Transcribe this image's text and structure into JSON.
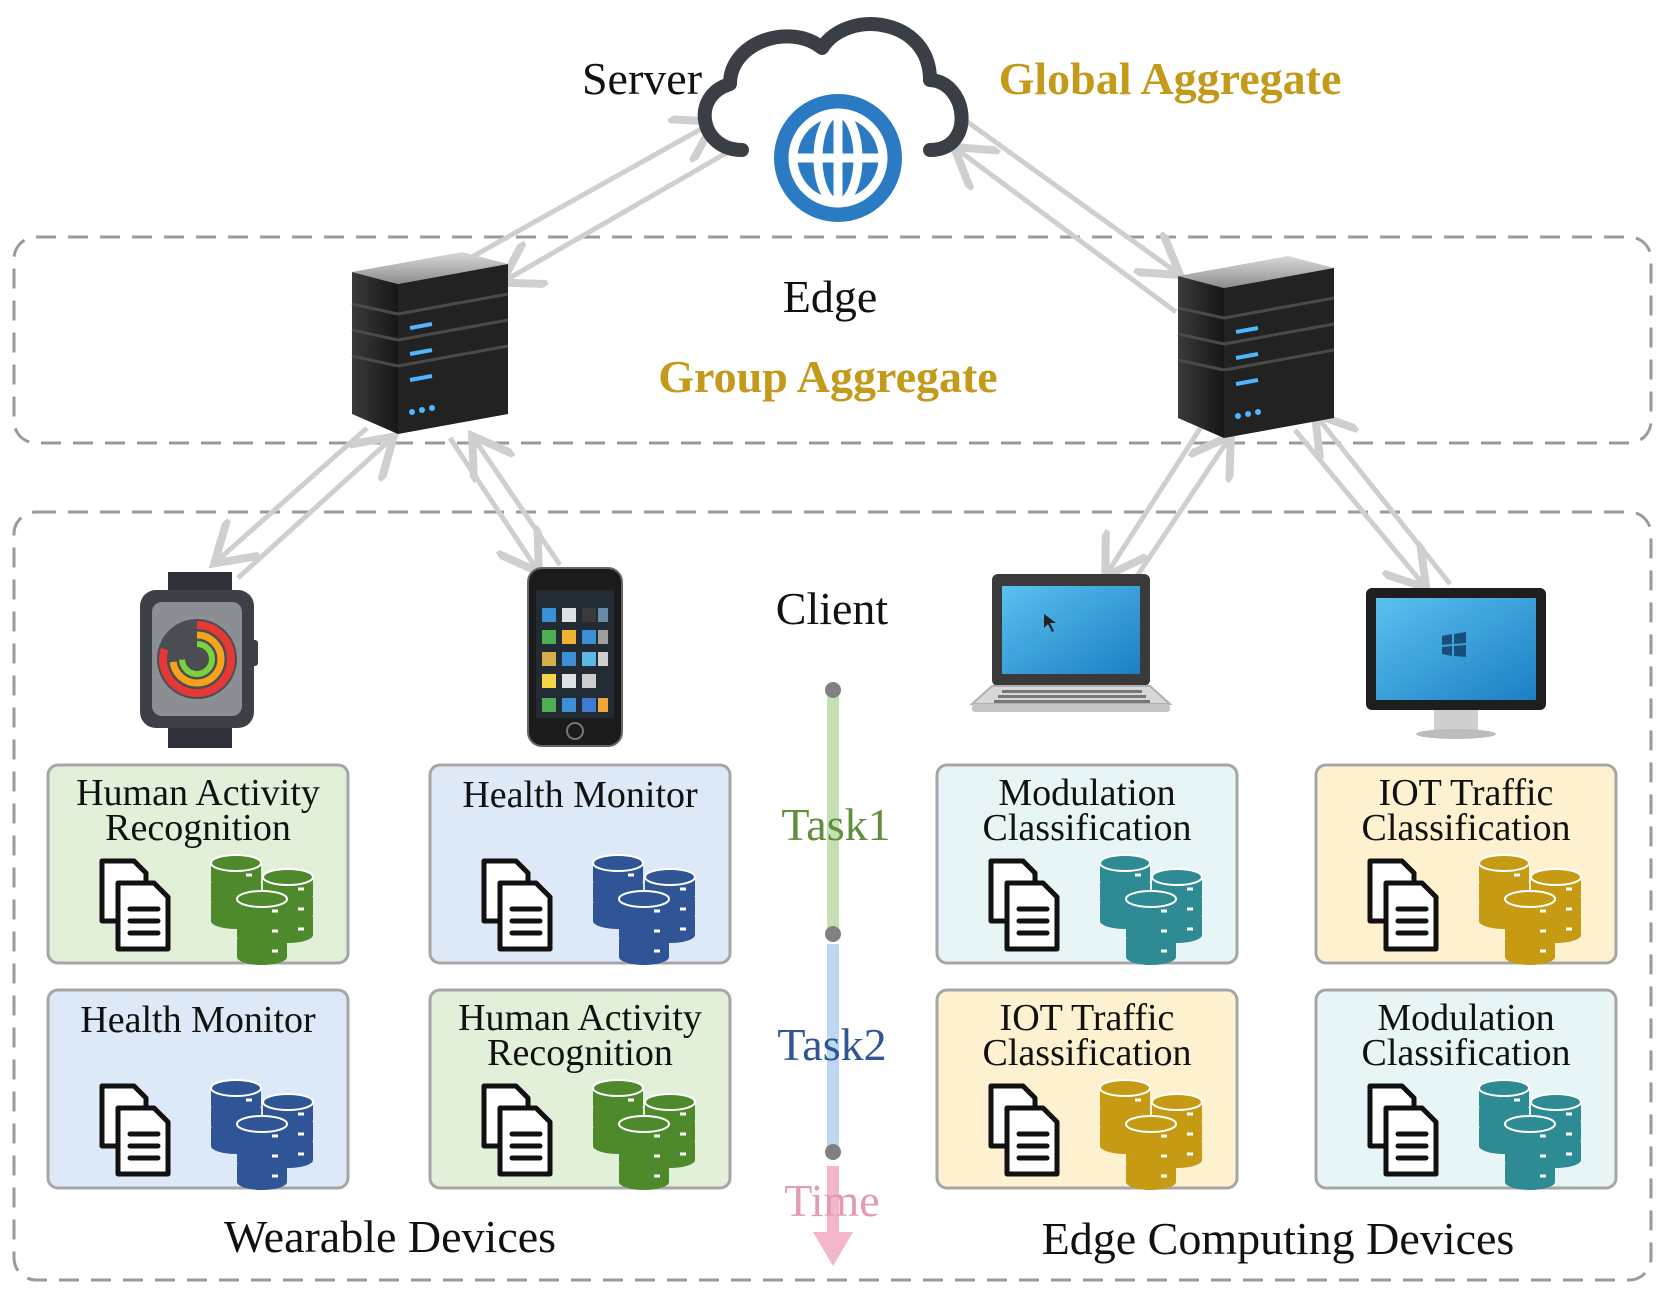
{
  "server": {
    "label": "Server",
    "aggregate_label": "Global Aggregate"
  },
  "edge": {
    "label": "Edge",
    "aggregate_label": "Group Aggregate"
  },
  "client": {
    "label": "Client"
  },
  "timeline": {
    "task1": "Task1",
    "task2": "Task2",
    "time": "Time",
    "task1_color": "#5e8f3d",
    "task2_color": "#2f5597",
    "time_color": "#e39bb4"
  },
  "groups": {
    "left": "Wearable Devices",
    "right": "Edge Computing Devices"
  },
  "devices": [
    {
      "name": "smartwatch-icon"
    },
    {
      "name": "smartphone-icon"
    },
    {
      "name": "laptop-icon"
    },
    {
      "name": "monitor-icon"
    }
  ],
  "tasks": [
    {
      "label": "Human Activity\nRecognition",
      "fill": "#e2efd9",
      "db": "#4e8a2c"
    },
    {
      "label": "Health Monitor",
      "fill": "#dde9f6",
      "db": "#2f5597"
    },
    {
      "label": "Modulation\nClassification",
      "fill": "#e8f5f6",
      "db": "#2e8b94"
    },
    {
      "label": "IOT Traffic\nClassification",
      "fill": "#fdf1cf",
      "db": "#c79a14"
    },
    {
      "label": "Health Monitor",
      "fill": "#dde9f6",
      "db": "#2f5597"
    },
    {
      "label": "Human Activity\nRecognition",
      "fill": "#e2efd9",
      "db": "#4e8a2c"
    },
    {
      "label": "IOT Traffic\nClassification",
      "fill": "#fdf1cf",
      "db": "#c79a14"
    },
    {
      "label": "Modulation\nClassification",
      "fill": "#e8f5f6",
      "db": "#2e8b94"
    }
  ],
  "colors": {
    "aggregate": "#c49a1a",
    "arrow": "#cfcfcf",
    "dash": "#9a9a9a"
  }
}
